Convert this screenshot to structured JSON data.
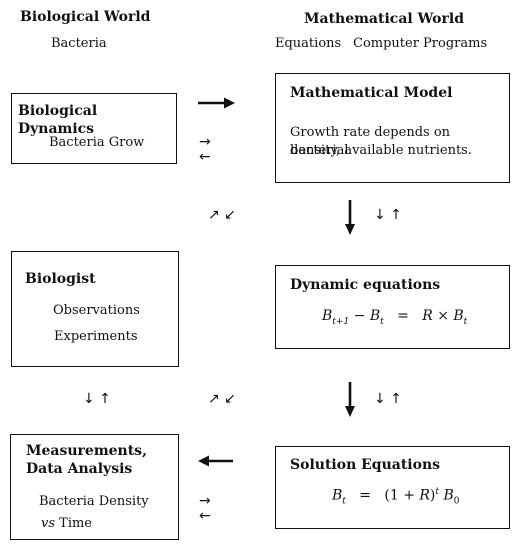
{
  "headers": {
    "biological_world": "Biological World",
    "bacteria": "Bacteria",
    "mathematical_world": "Mathematical World",
    "equations": "Equations",
    "computer_programs": "Computer Programs"
  },
  "boxes": {
    "biological_dynamics": {
      "title": "Biological Dynamics",
      "text": "Bacteria Grow"
    },
    "mathematical_model": {
      "title": "Mathematical Model",
      "line1": "Growth rate depends on bacterial",
      "line2": "density, available nutrients."
    },
    "biologist": {
      "title": "Biologist",
      "line1": "Observations",
      "line2": "Experiments"
    },
    "dynamic_equations": {
      "title": "Dynamic equations"
    },
    "measurements": {
      "title_line1": "Measurements,",
      "title_line2": "Data Analysis",
      "line1": "Bacteria Density",
      "line2_vs": "vs",
      "line2_time": " Time"
    },
    "solution_equations": {
      "title": "Solution Equations"
    }
  },
  "symbols": {
    "right_arrow": "→",
    "left_arrow": "←",
    "diag_pair": "↗ ↙",
    "down_up": "↓ ↑"
  }
}
